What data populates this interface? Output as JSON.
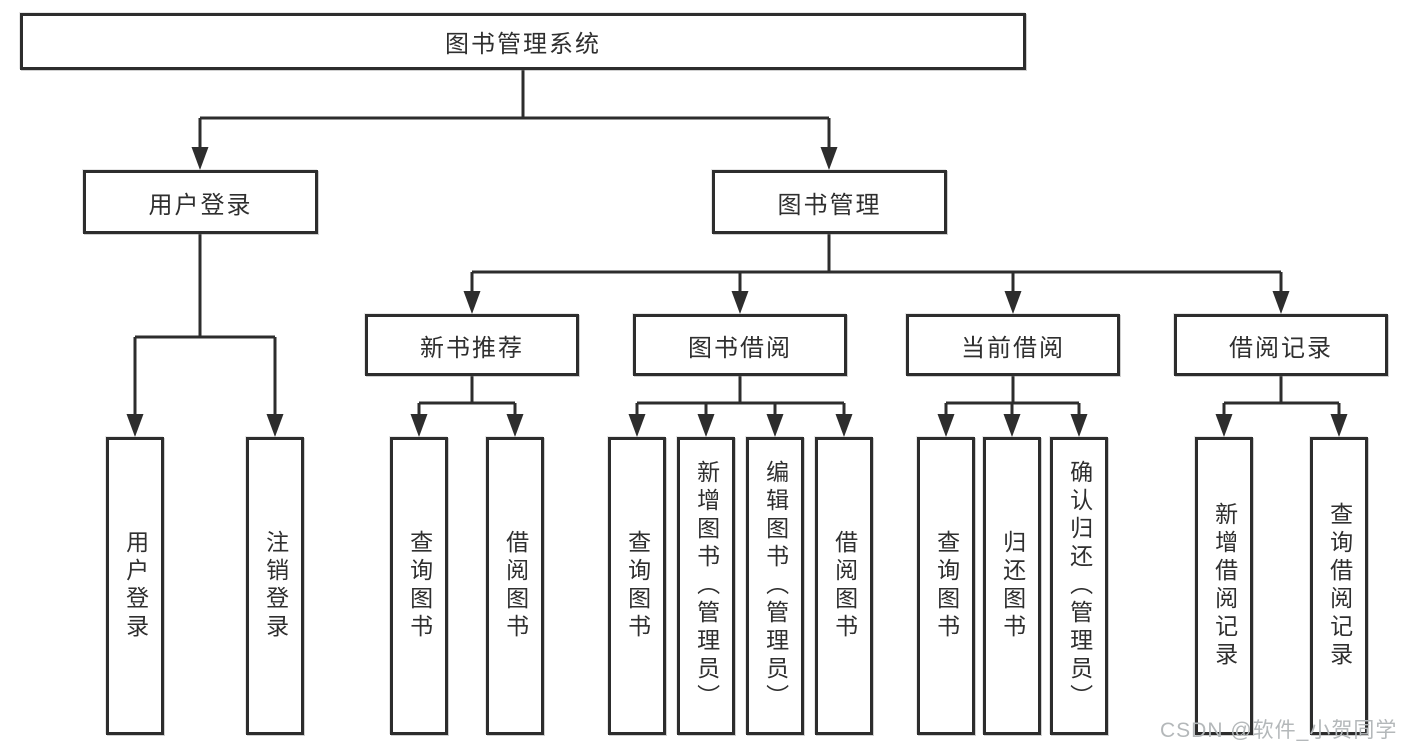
{
  "diagram": {
    "type": "hierarchy",
    "tree": {
      "label": "图书管理系统",
      "children": [
        {
          "label": "用户登录",
          "children": [
            {
              "label": "用户登录"
            },
            {
              "label": "注销登录"
            }
          ]
        },
        {
          "label": "图书管理",
          "children": [
            {
              "label": "新书推荐",
              "children": [
                {
                  "label": "查询图书"
                },
                {
                  "label": "借阅图书"
                }
              ]
            },
            {
              "label": "图书借阅",
              "children": [
                {
                  "label": "查询图书"
                },
                {
                  "label": "新增图书（管理员）"
                },
                {
                  "label": "编辑图书（管理员）"
                },
                {
                  "label": "借阅图书"
                }
              ]
            },
            {
              "label": "当前借阅",
              "children": [
                {
                  "label": "查询图书"
                },
                {
                  "label": "归还图书"
                },
                {
                  "label": "确认归还（管理员）"
                }
              ]
            },
            {
              "label": "借阅记录",
              "children": [
                {
                  "label": "新增借阅记录"
                },
                {
                  "label": "查询借阅记录"
                }
              ]
            }
          ]
        }
      ]
    },
    "colors": {
      "line": "#2d2d2d",
      "border": "#2d2d2d",
      "text": "#2f2f2f",
      "background": "#ffffff",
      "watermark": "#b4b8ba"
    }
  },
  "watermark": {
    "text": "CSDN @软件_小贺同学"
  }
}
